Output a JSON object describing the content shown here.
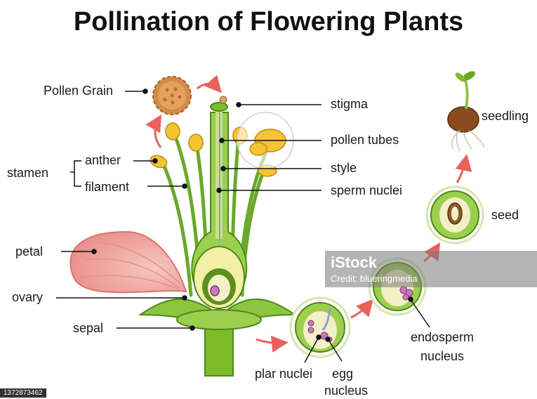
{
  "title": "Pollination of Flowering Plants",
  "labels": {
    "pollen_grain": "Pollen Grain",
    "stigma": "stigma",
    "pollen_tubes": "pollen tubes",
    "style": "style",
    "sperm_nuclei": "sperm nuclei",
    "stamen": "stamen",
    "anther": "anther",
    "filament": "filament",
    "petal": "petal",
    "ovary": "ovary",
    "sepal": "sepal",
    "seedling": "seedling",
    "seed": "seed",
    "endosperm_nucleus_line1": "endosperm",
    "endosperm_nucleus_line2": "nucleus",
    "plar_nuclei": "plar nuclei",
    "egg_nucleus_line1": "egg",
    "egg_nucleus_line2": "nucleus"
  },
  "watermark": {
    "brand": "iStock",
    "credit": "Credit: blueringmedia",
    "image_id": "1372873462"
  },
  "icons": {
    "pollen": "pollen-grain-icon",
    "seedling": "seedling-icon",
    "flower": "flower-icon"
  }
}
